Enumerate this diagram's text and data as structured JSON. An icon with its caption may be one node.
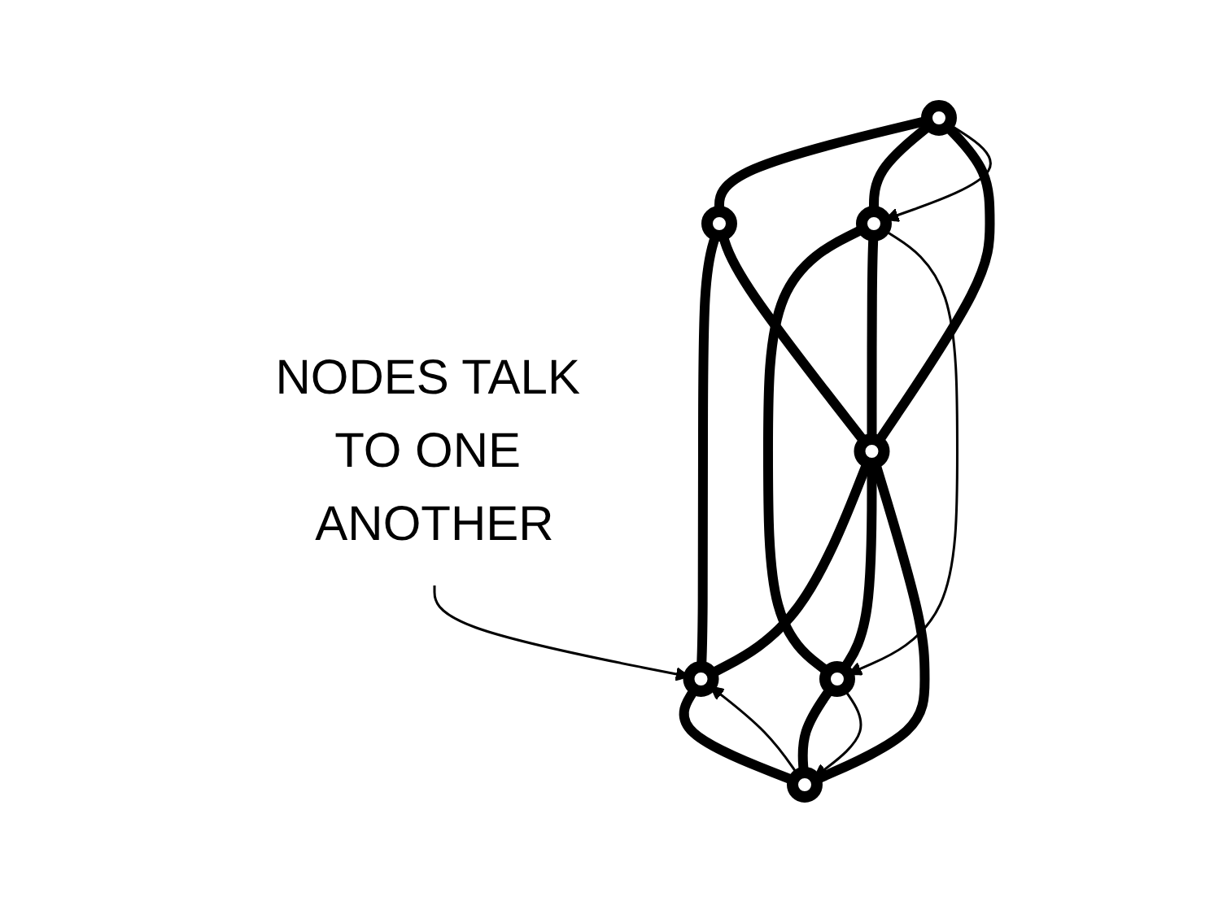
{
  "diagram": {
    "nodes": [
      {
        "text": [
          "NODES TALK TO ONE ANOTHER"
        ]
      },
      {
        "text": [],
        "shape": "circle"
      },
      {
        "text": [],
        "shape": "circle"
      },
      {
        "text": [],
        "shape": "circle"
      },
      {
        "text": [],
        "shape": "circle"
      },
      {
        "text": [],
        "shape": "circle"
      },
      {
        "text": [],
        "shape": "circle"
      },
      {
        "text": [],
        "shape": "circle"
      }
    ],
    "edges": [
      {
        "from": 1,
        "to": 2,
        "arrow": "none"
      },
      {
        "from": 1,
        "to": 3,
        "arrow": "none"
      },
      {
        "from": 2,
        "to": 5,
        "arrow": "none"
      },
      {
        "from": 3,
        "to": 6,
        "arrow": "none"
      },
      {
        "from": 5,
        "to": 7,
        "arrow": "none"
      },
      {
        "from": 6,
        "to": 7,
        "arrow": "none"
      },
      {
        "from": 1,
        "to": 4,
        "arrow": "none"
      },
      {
        "from": 2,
        "to": 4,
        "arrow": "none"
      },
      {
        "from": 3,
        "to": 4,
        "arrow": "none"
      },
      {
        "from": 4,
        "to": 5,
        "arrow": "none"
      },
      {
        "from": 4,
        "to": 6,
        "arrow": "none"
      },
      {
        "from": 4,
        "to": 7,
        "arrow": "none"
      },
      {
        "from": 0,
        "to": 5,
        "arrow": "to"
      },
      {
        "from": 1,
        "to": 3,
        "arrow": "to"
      },
      {
        "from": 3,
        "to": 6,
        "arrow": "to"
      },
      {
        "from": 6,
        "to": 7,
        "arrow": "to"
      },
      {
        "from": 7,
        "to": 5,
        "arrow": "to"
      }
    ]
  }
}
